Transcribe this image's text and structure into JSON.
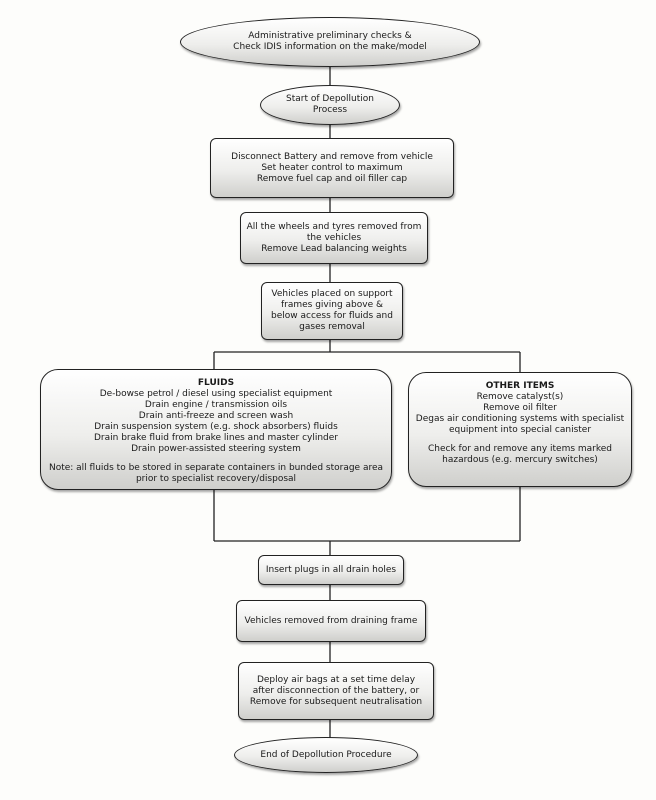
{
  "flow": {
    "admin": {
      "lines": [
        "Administrative preliminary checks &",
        "Check IDIS information on the make/model"
      ]
    },
    "start": {
      "lines": [
        "Start of Depollution",
        "Process"
      ]
    },
    "battery": {
      "lines": [
        "Disconnect Battery and remove from vehicle",
        "Set heater control to maximum",
        "Remove fuel cap and oil filler cap"
      ]
    },
    "wheels": {
      "lines": [
        "All the wheels and tyres removed from",
        "the vehicles",
        "Remove Lead balancing weights"
      ]
    },
    "support": {
      "lines": [
        "Vehicles placed on support",
        "frames giving above &",
        "below access for fluids and",
        "gases removal"
      ]
    },
    "fluids": {
      "heading": "FLUIDS",
      "lines": [
        "De-bowse petrol / diesel using specialist equipment",
        "Drain engine / transmission oils",
        "Drain anti-freeze and screen wash",
        "Drain suspension system (e.g. shock absorbers) fluids",
        "Drain brake fluid from brake lines and master cylinder",
        "Drain power-assisted steering system"
      ],
      "note": [
        "Note: all fluids to be stored in separate containers in bunded storage area",
        "prior to specialist recovery/disposal"
      ]
    },
    "other": {
      "heading": "OTHER ITEMS",
      "lines": [
        "Remove catalyst(s)",
        "Remove oil filter",
        "Degas air conditioning systems with specialist",
        "equipment into special canister"
      ],
      "note": [
        "Check for and remove any items marked",
        "hazardous (e.g. mercury switches)"
      ]
    },
    "plugs": {
      "lines": [
        "Insert plugs in all drain holes"
      ]
    },
    "removed": {
      "lines": [
        "Vehicles removed from draining frame"
      ]
    },
    "airbags": {
      "lines": [
        "Deploy air bags at a set time delay",
        "after disconnection of the battery, or",
        "Remove for subsequent neutralisation"
      ]
    },
    "end": {
      "lines": [
        "End of Depollution Procedure"
      ]
    }
  },
  "colors": {
    "line": "#222222",
    "box_top": "#ffffff",
    "box_bottom": "#cfcfcc"
  }
}
